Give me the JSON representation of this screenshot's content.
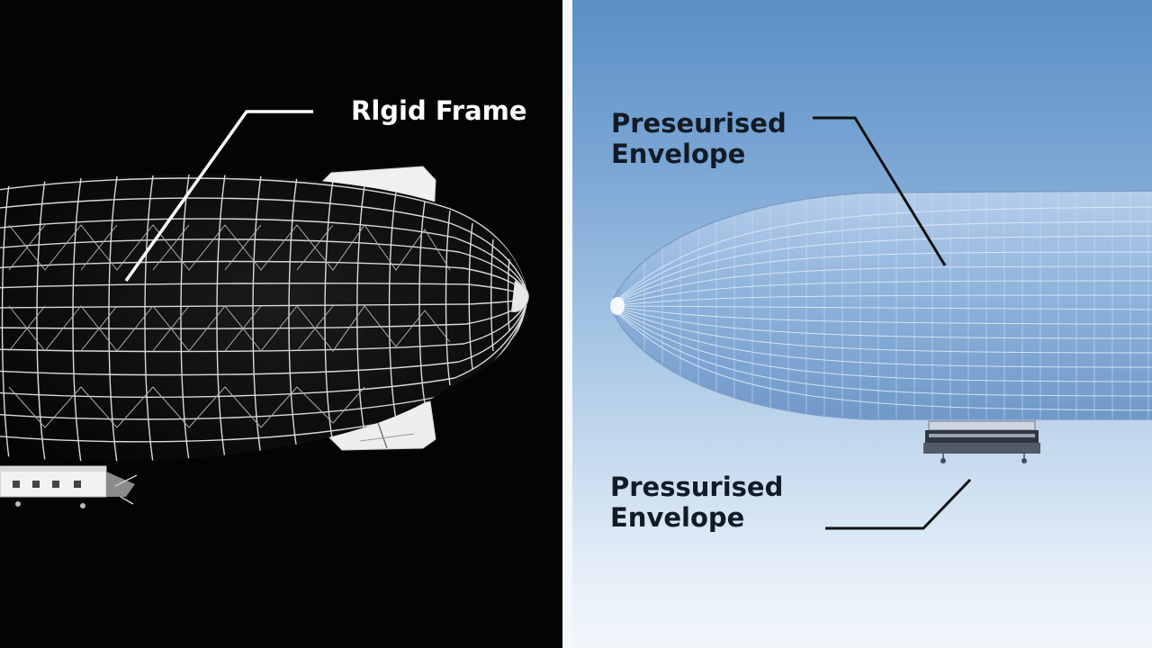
{
  "diagram": {
    "left_panel": {
      "label": "Rlgid Frame",
      "background": "#040404",
      "frame_color": "#d9dde2"
    },
    "right_panel": {
      "label_top": {
        "line1": "Preseurised",
        "line2": "Envelope"
      },
      "label_bottom": {
        "line1": "Pressurised",
        "line2": "Envelope"
      },
      "sky_top": "#5b8fc6",
      "sky_bottom": "#f1f6fb",
      "envelope_color": "#8fb3dc"
    }
  }
}
